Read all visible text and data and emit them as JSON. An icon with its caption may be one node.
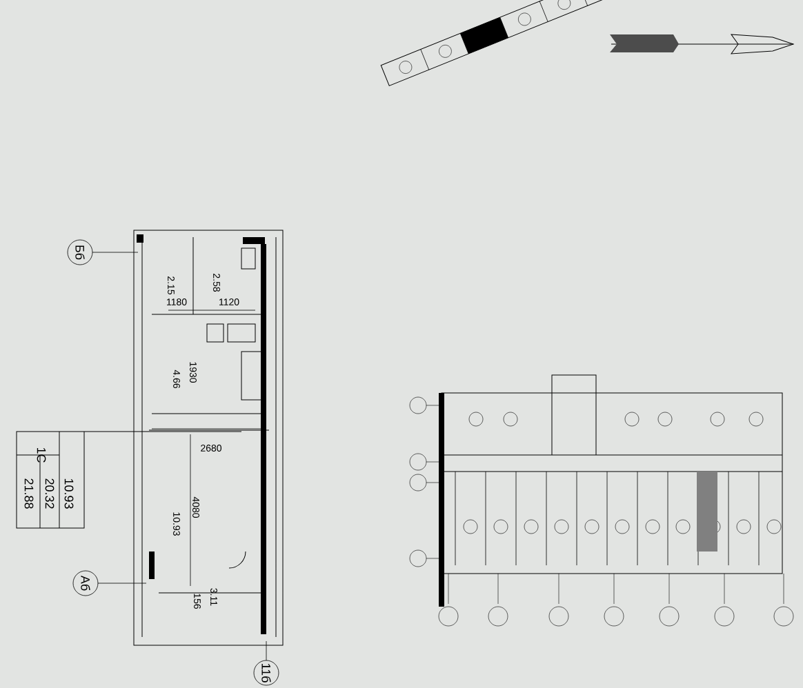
{
  "diagram": {
    "labels": [
      "Бб",
      "2.15",
      "2.58",
      "1180",
      "1120",
      "1930",
      "4.66",
      "2680",
      "4080",
      "10.93",
      "Аб",
      "3.11",
      "156",
      "11б",
      "1С",
      "10.93",
      "20.32",
      "21.88"
    ]
  }
}
